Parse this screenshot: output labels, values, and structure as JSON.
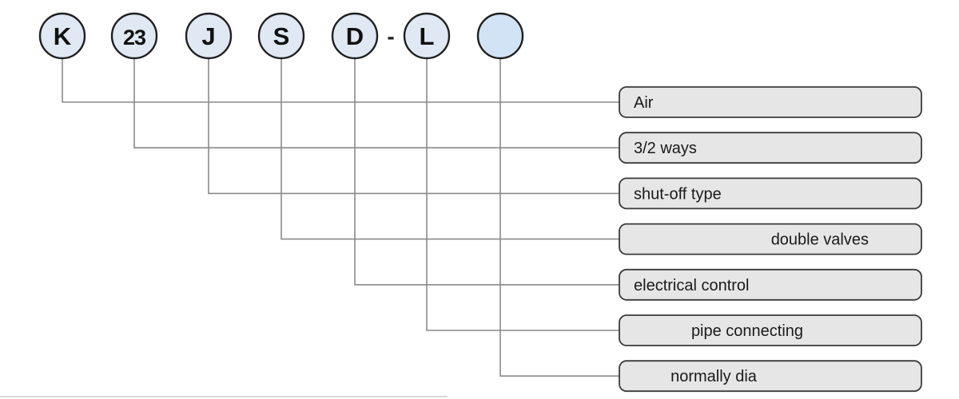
{
  "code": {
    "segments": [
      {
        "text": "K",
        "fill": "#dfe8f3"
      },
      {
        "text": "23",
        "fill": "#dfe8f3"
      },
      {
        "text": "J",
        "fill": "#dfe8f3"
      },
      {
        "text": "S",
        "fill": "#dfe8f3"
      },
      {
        "text": "D",
        "fill": "#dfe8f3"
      },
      {
        "text": "L",
        "fill": "#dfe8f3"
      },
      {
        "text": "",
        "fill": "#d3e3f6"
      }
    ],
    "separator": "-"
  },
  "labels": [
    {
      "text": "Air",
      "align": "left"
    },
    {
      "text": "3/2 ways",
      "align": "left"
    },
    {
      "text": "shut-off type",
      "align": "left"
    },
    {
      "text": "double valves",
      "align": "right"
    },
    {
      "text": "electrical control",
      "align": "left"
    },
    {
      "text": "pipe connecting",
      "align": "center"
    },
    {
      "text": "normally dia",
      "align": "center"
    }
  ]
}
